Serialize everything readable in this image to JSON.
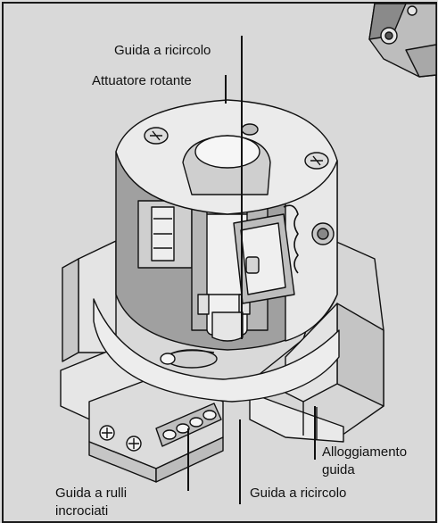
{
  "labels": {
    "guida_ricircolo_top": "Guida a ricircolo",
    "attuatore_rotante": "Attuatore rotante",
    "alloggiamento_line1": "Alloggiamento",
    "alloggiamento_line2": "guida",
    "guida_rulli_line1": "Guida a rulli",
    "guida_rulli_line2": "incrociati",
    "guida_ricircolo_bottom": "Guida a ricircolo"
  },
  "colors": {
    "background": "#d9d9d9",
    "metal_light": "#efefef",
    "metal_mid": "#d2d2d2",
    "section_cut": "#9b9b9b",
    "outline": "#111111"
  }
}
